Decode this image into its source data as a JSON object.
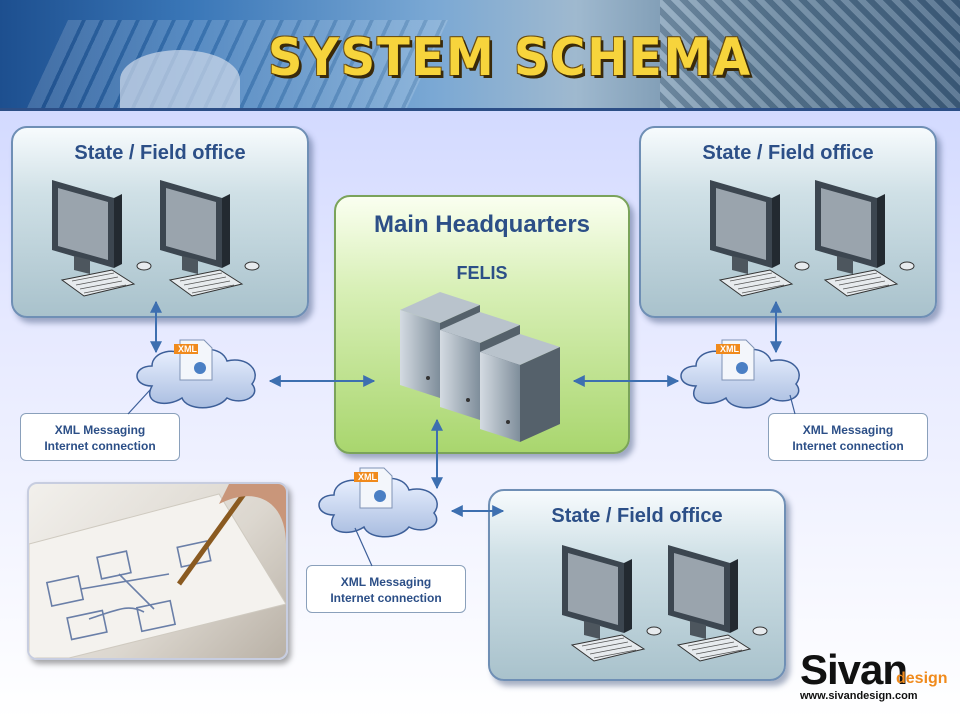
{
  "title": "SYSTEM SCHEMA",
  "offices": {
    "top_left": "State / Field office",
    "top_right": "State / Field office",
    "bottom_right": "State / Field office"
  },
  "headquarters": {
    "title": "Main Headquarters",
    "subtitle": "FELIS"
  },
  "connections": {
    "left": {
      "line1": "XML Messaging",
      "line2": "Internet connection"
    },
    "right": {
      "line1": "XML Messaging",
      "line2": "Internet connection"
    },
    "bottom": {
      "line1": "XML Messaging",
      "line2": "Internet connection"
    }
  },
  "xml_badge": "XML",
  "logo": {
    "name": "Sivan",
    "suffix": "design",
    "url": "www.sivandesign.com"
  }
}
